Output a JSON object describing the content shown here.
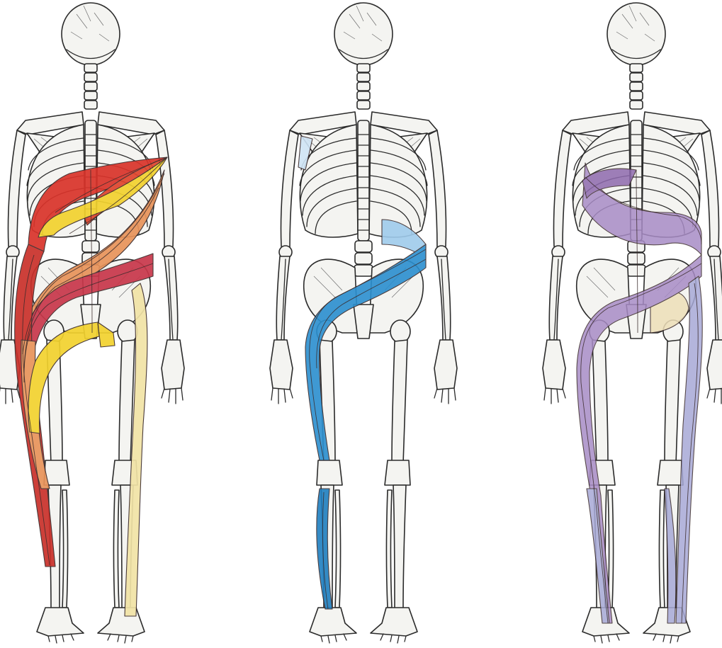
{
  "figure": {
    "background": "#ffffff",
    "panels": [
      {
        "id": "left",
        "view": "posterior",
        "bands": [
          {
            "name": "latissimus-band",
            "color": "#d9332a"
          },
          {
            "name": "trapezius-band",
            "color": "#e0442c"
          },
          {
            "name": "oblique-band-orange",
            "color": "#e8935a"
          },
          {
            "name": "oblique-band-yellow",
            "color": "#f2d22e"
          },
          {
            "name": "gluteal-band",
            "color": "#c8374a"
          },
          {
            "name": "lower-leg-band",
            "color": "#c9302a"
          },
          {
            "name": "right-leg-band",
            "color": "#f1e3a6"
          }
        ]
      },
      {
        "id": "middle",
        "view": "posterior",
        "bands": [
          {
            "name": "spiral-band",
            "color": "#2b8fcf"
          },
          {
            "name": "lumbar-patch",
            "color": "#9fcbec"
          },
          {
            "name": "shoulder-patch",
            "color": "#cfe4f5"
          },
          {
            "name": "calf-band",
            "color": "#1f7fc0"
          }
        ]
      },
      {
        "id": "right",
        "view": "posterior",
        "bands": [
          {
            "name": "spiral-band",
            "color": "#8e6aae"
          },
          {
            "name": "trunk-wrap",
            "color": "#a88cc6"
          },
          {
            "name": "leg-band",
            "color": "#a7a9d6"
          },
          {
            "name": "pelvis-highlight",
            "color": "#eedfb8"
          }
        ]
      }
    ]
  }
}
